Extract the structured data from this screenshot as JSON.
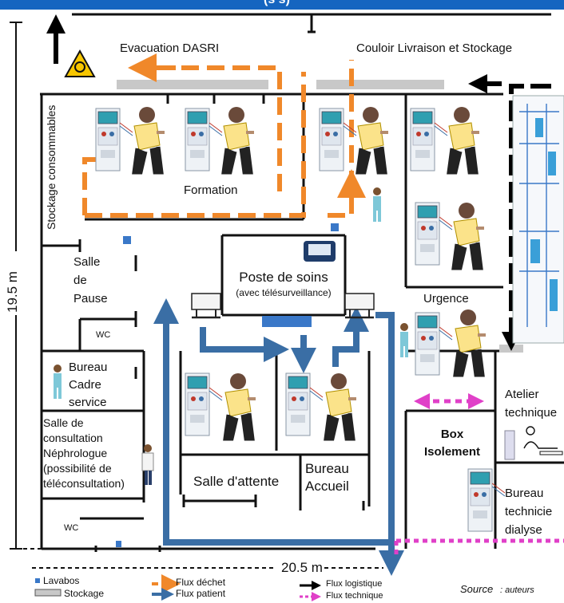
{
  "header": {
    "title_fragment": "(s s)"
  },
  "dimensions": {
    "height": "19.5 m",
    "width": "20.5 m"
  },
  "rooms": {
    "evacuation": "Evacuation DASRI",
    "couloir": "Couloir Livraison et Stockage",
    "stockage": "Stockage consommables",
    "formation": "Formation",
    "salle_pause": [
      "Salle",
      "de",
      "Pause"
    ],
    "wc1": "WC",
    "wc2": "WC",
    "bureau_cadre": [
      "Bureau",
      "Cadre",
      "service"
    ],
    "consultation": [
      "Salle de",
      "consultation",
      "Néphrologue",
      "(possibilité de",
      "téléconsultation)"
    ],
    "poste_title": "Poste de soins",
    "poste_sub": "(avec télésurveillance)",
    "urgence": "Urgence",
    "atelier": [
      "Atelier",
      "technique"
    ],
    "box": [
      "Box",
      "Isolement"
    ],
    "salle_attente": "Salle d'attente",
    "bureau_accueil": [
      "Bureau",
      "Accueil"
    ],
    "bureau_tech": [
      "Bureau",
      "technicie",
      "dialyse"
    ]
  },
  "legend": {
    "lavabos": "Lavabos",
    "stockage": "Stockage",
    "flux_dechet": "Flux déchet",
    "flux_patient": "Flux patient",
    "flux_logistique": "Flux logistique",
    "flux_technique": "Flux technique",
    "source_label": "Source",
    "source_value": ": auteurs"
  },
  "colors": {
    "dechet": "#f0882a",
    "patient": "#3a6ea5",
    "logistique": "#000000",
    "technique": "#e040c8",
    "lavabo": "#3a78c8",
    "stockage": "#c8c8c8",
    "header": "#1565c0"
  }
}
